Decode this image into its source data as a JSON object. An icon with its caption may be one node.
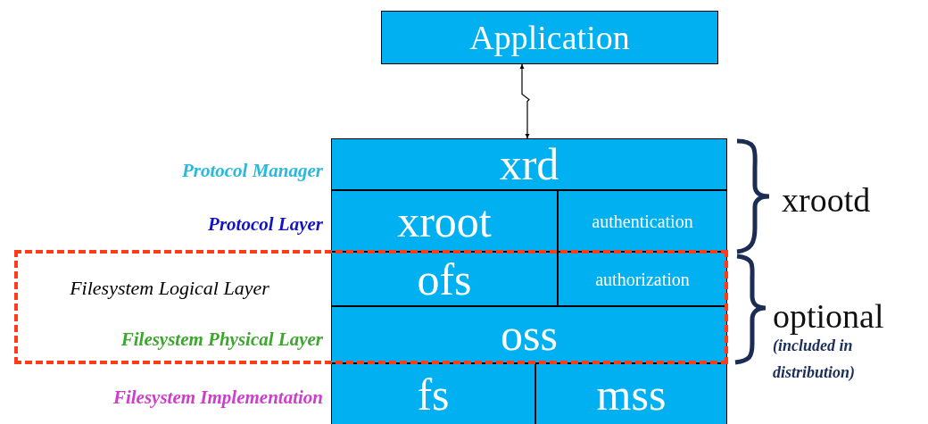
{
  "diagram": {
    "nodes": [
      {
        "text": [
          "Application"
        ]
      },
      {
        "text": [
          "xrd"
        ]
      },
      {
        "text": [
          "xroot"
        ]
      },
      {
        "text": [
          "authentication"
        ]
      },
      {
        "text": [
          "ofs"
        ]
      },
      {
        "text": [
          "authorization"
        ]
      },
      {
        "text": [
          "oss"
        ]
      },
      {
        "text": [
          "fs"
        ]
      },
      {
        "text": [
          "mss"
        ]
      }
    ],
    "edges": [
      {
        "from": 0,
        "to": 1,
        "arrow": "both"
      }
    ],
    "labels": [
      "Protocol Manager",
      "xrootd",
      "Protocol Layer",
      "Filesystem Logical Layer",
      "optional",
      "(included in distribution)",
      "Filesystem Physical Layer",
      "Filesystem Implementation"
    ]
  }
}
